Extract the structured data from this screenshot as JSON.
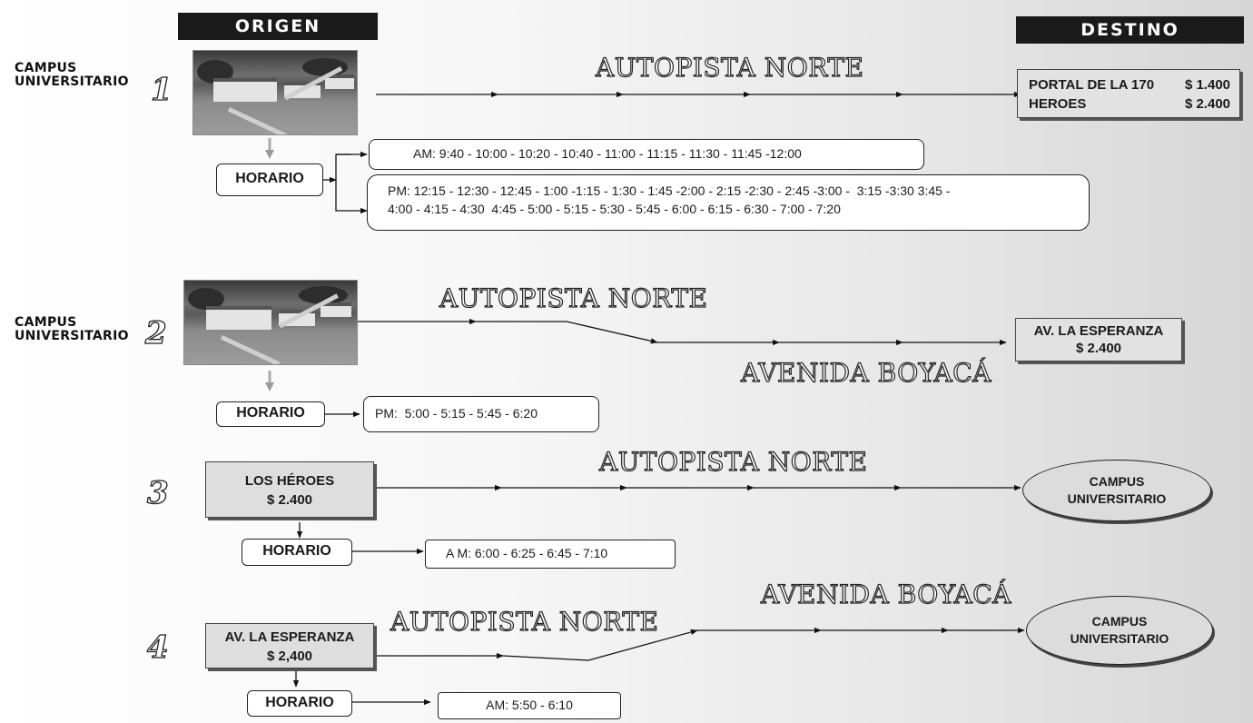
{
  "headers": {
    "origin": "ORIGEN",
    "destination": "DESTINO"
  },
  "routes": [
    {
      "number": "1",
      "origin_label": [
        "CAMPUS",
        "UNIVERSITARIO"
      ],
      "roads": [
        "AUTOPISTA NORTE"
      ],
      "destinations": [
        {
          "name": "PORTAL DE LA 170",
          "price": "$ 1.400"
        },
        {
          "name": "HEROES",
          "price": "$ 2.400"
        }
      ],
      "schedule_label": "HORARIO",
      "schedule_am": "AM: 9:40 - 10:00 - 10:20 - 10:40 - 11:00 - 11:15 - 11:30 - 11:45 -12:00",
      "schedule_pm_line1": "PM: 12:15 - 12:30 - 12:45 - 1:00 -1:15 - 1:30 - 1:45 -2:00 - 2:15 -2:30 - 2:45 -3:00 -  3:15 -3:30 3:45 -",
      "schedule_pm_line2": "4:00 - 4:15 - 4:30  4:45 - 5:00 - 5:15 - 5:30 - 5:45 - 6:00 - 6:15 - 6:30 - 7:00 - 7:20"
    },
    {
      "number": "2",
      "origin_label": [
        "CAMPUS",
        "UNIVERSITARIO"
      ],
      "roads": [
        "AUTOPISTA NORTE",
        "AVENIDA BOYACÁ"
      ],
      "destination_name": "AV. LA ESPERANZA",
      "destination_price": "$ 2.400",
      "schedule_label": "HORARIO",
      "schedule": "PM:  5:00 - 5:15 - 5:45 - 6:20"
    },
    {
      "number": "3",
      "origin_name": "LOS HÉROES",
      "origin_price": "$ 2.400",
      "roads": [
        "AUTOPISTA NORTE"
      ],
      "destination": [
        "CAMPUS",
        "UNIVERSITARIO"
      ],
      "schedule_label": "HORARIO",
      "schedule": "A M: 6:00 - 6:25 - 6:45 - 7:10"
    },
    {
      "number": "4",
      "origin_name": "AV. LA ESPERANZA",
      "origin_price": "$ 2,400",
      "roads": [
        "AUTOPISTA NORTE",
        "AVENIDA BOYACÁ"
      ],
      "destination": [
        "CAMPUS",
        "UNIVERSITARIO"
      ],
      "schedule_label": "HORARIO",
      "schedule": "AM: 5:50 - 6:10"
    }
  ]
}
